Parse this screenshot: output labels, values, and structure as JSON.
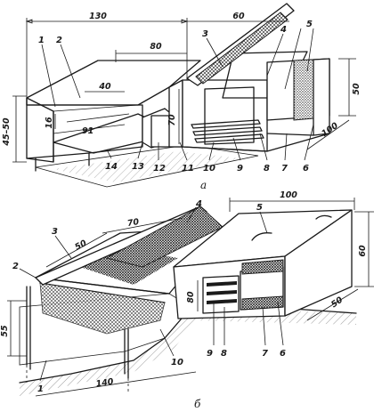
{
  "figure_a": {
    "caption": "а",
    "dimensions": {
      "d130": "130",
      "d60": "60",
      "d80": "80",
      "d40": "40",
      "d70": "70",
      "d50": "50",
      "d100": "100",
      "d45_50": "45–50",
      "d16": "16",
      "d91": "91"
    },
    "parts": [
      "1",
      "2",
      "3",
      "4",
      "5",
      "6",
      "7",
      "8",
      "9",
      "10",
      "11",
      "12",
      "13",
      "14"
    ]
  },
  "figure_b": {
    "caption": "б",
    "dimensions": {
      "d100": "100",
      "d70": "70",
      "d50_top": "50",
      "d60": "60",
      "d80": "80",
      "d50_side": "50",
      "d55": "55",
      "d140": "140"
    },
    "parts": [
      "1",
      "2",
      "3",
      "4",
      "5",
      "6",
      "7",
      "8",
      "9",
      "10"
    ]
  },
  "colors": {
    "ink": "#1a1a1a",
    "paper": "#ffffff"
  }
}
